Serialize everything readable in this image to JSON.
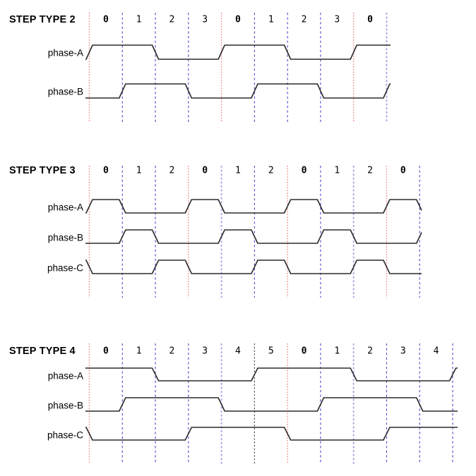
{
  "page": {
    "background": "#ffffff"
  },
  "colors": {
    "red": "#ef8585",
    "blue": "#4848cc",
    "pale": "#a0a0e8",
    "dark": "#555555",
    "wave": "#2b2b2b",
    "text": "#000000"
  },
  "sections": [
    {
      "title": "STEP TYPE 2",
      "steps": [
        {
          "label": "0",
          "bold": true
        },
        {
          "label": "1",
          "bold": false
        },
        {
          "label": "2",
          "bold": false
        },
        {
          "label": "3",
          "bold": false
        },
        {
          "label": "0",
          "bold": true
        },
        {
          "label": "1",
          "bold": false
        },
        {
          "label": "2",
          "bold": false
        },
        {
          "label": "3",
          "bold": false
        },
        {
          "label": "0",
          "bold": true
        }
      ],
      "boundary_styles": [
        "red",
        "blue",
        "blue",
        "blue",
        "red",
        "blue",
        "blue",
        "blue",
        "red",
        "pale"
      ],
      "phases": [
        {
          "name": "phase-A",
          "initial": "low",
          "toggle_boundaries": [
            0,
            2,
            4,
            6,
            8
          ]
        },
        {
          "name": "phase-B",
          "initial": "low",
          "toggle_boundaries": [
            1,
            3,
            5,
            7,
            9
          ]
        }
      ]
    },
    {
      "title": "STEP TYPE 3",
      "steps": [
        {
          "label": "0",
          "bold": true
        },
        {
          "label": "1",
          "bold": false
        },
        {
          "label": "2",
          "bold": false
        },
        {
          "label": "0",
          "bold": true
        },
        {
          "label": "1",
          "bold": false
        },
        {
          "label": "2",
          "bold": false
        },
        {
          "label": "0",
          "bold": true
        },
        {
          "label": "1",
          "bold": false
        },
        {
          "label": "2",
          "bold": false
        },
        {
          "label": "0",
          "bold": true
        }
      ],
      "boundary_styles": [
        "red",
        "blue",
        "blue",
        "red",
        "pale",
        "blue",
        "red",
        "blue",
        "pale",
        "red",
        "blue"
      ],
      "phases": [
        {
          "name": "phase-A",
          "initial": "low",
          "toggle_boundaries": [
            0,
            1,
            3,
            4,
            6,
            7,
            9,
            10
          ]
        },
        {
          "name": "phase-B",
          "initial": "low",
          "toggle_boundaries": [
            1,
            2,
            4,
            5,
            7,
            8,
            10
          ]
        },
        {
          "name": "phase-C",
          "initial": "high",
          "toggle_boundaries": [
            0,
            2,
            3,
            5,
            6,
            8,
            9
          ]
        }
      ]
    },
    {
      "title": "STEP TYPE 4",
      "steps": [
        {
          "label": "0",
          "bold": true
        },
        {
          "label": "1",
          "bold": false
        },
        {
          "label": "2",
          "bold": false
        },
        {
          "label": "3",
          "bold": false
        },
        {
          "label": "4",
          "bold": false
        },
        {
          "label": "5",
          "bold": false
        },
        {
          "label": "0",
          "bold": true
        },
        {
          "label": "1",
          "bold": false
        },
        {
          "label": "2",
          "bold": false
        },
        {
          "label": "3",
          "bold": false
        },
        {
          "label": "4",
          "bold": false
        }
      ],
      "boundary_styles": [
        "red",
        "blue",
        "blue",
        "blue",
        "pale",
        "dark",
        "red",
        "blue",
        "pale",
        "blue",
        "blue",
        "blue"
      ],
      "phases": [
        {
          "name": "phase-A",
          "initial": "high",
          "toggle_boundaries": [
            2,
            5,
            8,
            11
          ]
        },
        {
          "name": "phase-B",
          "initial": "low",
          "toggle_boundaries": [
            1,
            4,
            7,
            10
          ]
        },
        {
          "name": "phase-C",
          "initial": "high",
          "toggle_boundaries": [
            0,
            3,
            6,
            9
          ]
        }
      ]
    }
  ]
}
